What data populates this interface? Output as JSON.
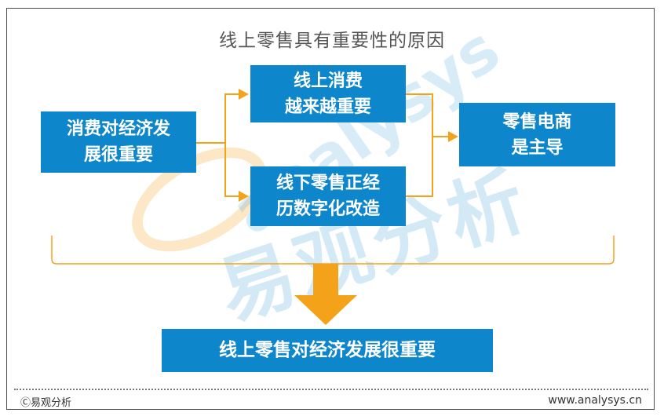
{
  "title": "线上零售具有重要性的原因",
  "nodes": {
    "consumption": [
      "消费对经济发",
      "展很重要"
    ],
    "online": [
      "线上消费",
      "越来越重要"
    ],
    "offline": [
      "线下零售正经",
      "历数字化改造"
    ],
    "ecommerce": [
      "零售电商",
      "是主导"
    ],
    "conclusion": "线上零售对经济发展很重要"
  },
  "watermark": {
    "cn": "易观分析",
    "en": "analysys"
  },
  "footer": {
    "left": "Ⓒ易观分析",
    "right": "www.analysys.cn"
  },
  "colors": {
    "box": "#0e86cc",
    "arrow": "#f5a21b"
  }
}
